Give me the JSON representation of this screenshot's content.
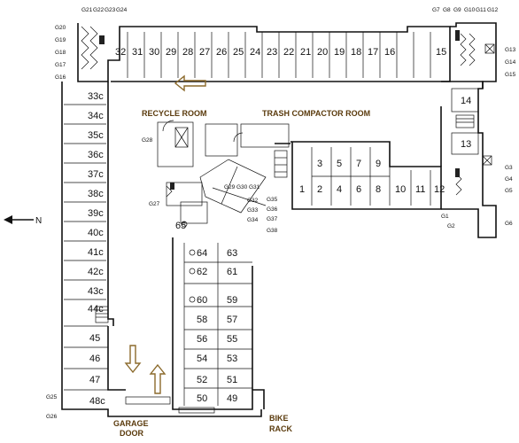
{
  "top_spaces": [
    "32",
    "31",
    "30",
    "29",
    "28",
    "27",
    "26",
    "25",
    "24",
    "23",
    "22",
    "21",
    "20",
    "19",
    "18",
    "17",
    "16",
    "15"
  ],
  "left_spaces": [
    "33c",
    "34c",
    "35c",
    "36c",
    "37c",
    "38c",
    "39c",
    "40c",
    "41c",
    "42c",
    "43c",
    "44c"
  ],
  "left_lower_spaces": [
    "45",
    "46",
    "47",
    "48c"
  ],
  "central_top_spaces": [
    "3",
    "5",
    "7",
    "9"
  ],
  "central_bottom_spaces": [
    "1",
    "2",
    "4",
    "6",
    "8",
    "10",
    "11",
    "12"
  ],
  "right_spaces": [
    "14",
    "13"
  ],
  "compact_pairs": [
    [
      "64",
      "63"
    ],
    [
      "62",
      "61"
    ],
    [
      "60",
      "59"
    ],
    [
      "58",
      "57"
    ],
    [
      "56",
      "55"
    ],
    [
      "54",
      "53"
    ],
    [
      "52",
      "51"
    ],
    [
      "50",
      "49"
    ]
  ],
  "space_65": "65",
  "g_labels": {
    "top_left": [
      "G21",
      "G22",
      "G23",
      "G24"
    ],
    "left_side": [
      "G20",
      "G19",
      "G18",
      "G17",
      "G16"
    ],
    "top_right": [
      "G7",
      "G8",
      "G9",
      "G10",
      "G11",
      "G12"
    ],
    "right_side": [
      "G13",
      "G14",
      "G15"
    ],
    "right_lower": [
      "G3",
      "G4",
      "G5",
      "G6"
    ],
    "g1": "G1",
    "g2": "G2",
    "g25": "G25",
    "g26": "G26",
    "g27": "G27",
    "g28": "G28",
    "center_row": [
      "G29",
      "G30",
      "G31"
    ],
    "center_col": [
      "G32",
      "G33",
      "G34"
    ],
    "center_col2": [
      "G35",
      "G36",
      "G37"
    ],
    "g38": "G38"
  },
  "rooms": {
    "recycle": "RECYCLE ROOM",
    "trash": "TRASH COMPACTOR ROOM",
    "garage_line1": "GARAGE",
    "garage_line2": "DOOR",
    "bike_line1": "BIKE",
    "bike_line2": "RACK"
  },
  "north_label": "N",
  "colors": {
    "ink": "#111111",
    "arrow": "#8b6a2c",
    "room_text": "#5a3a0c"
  }
}
